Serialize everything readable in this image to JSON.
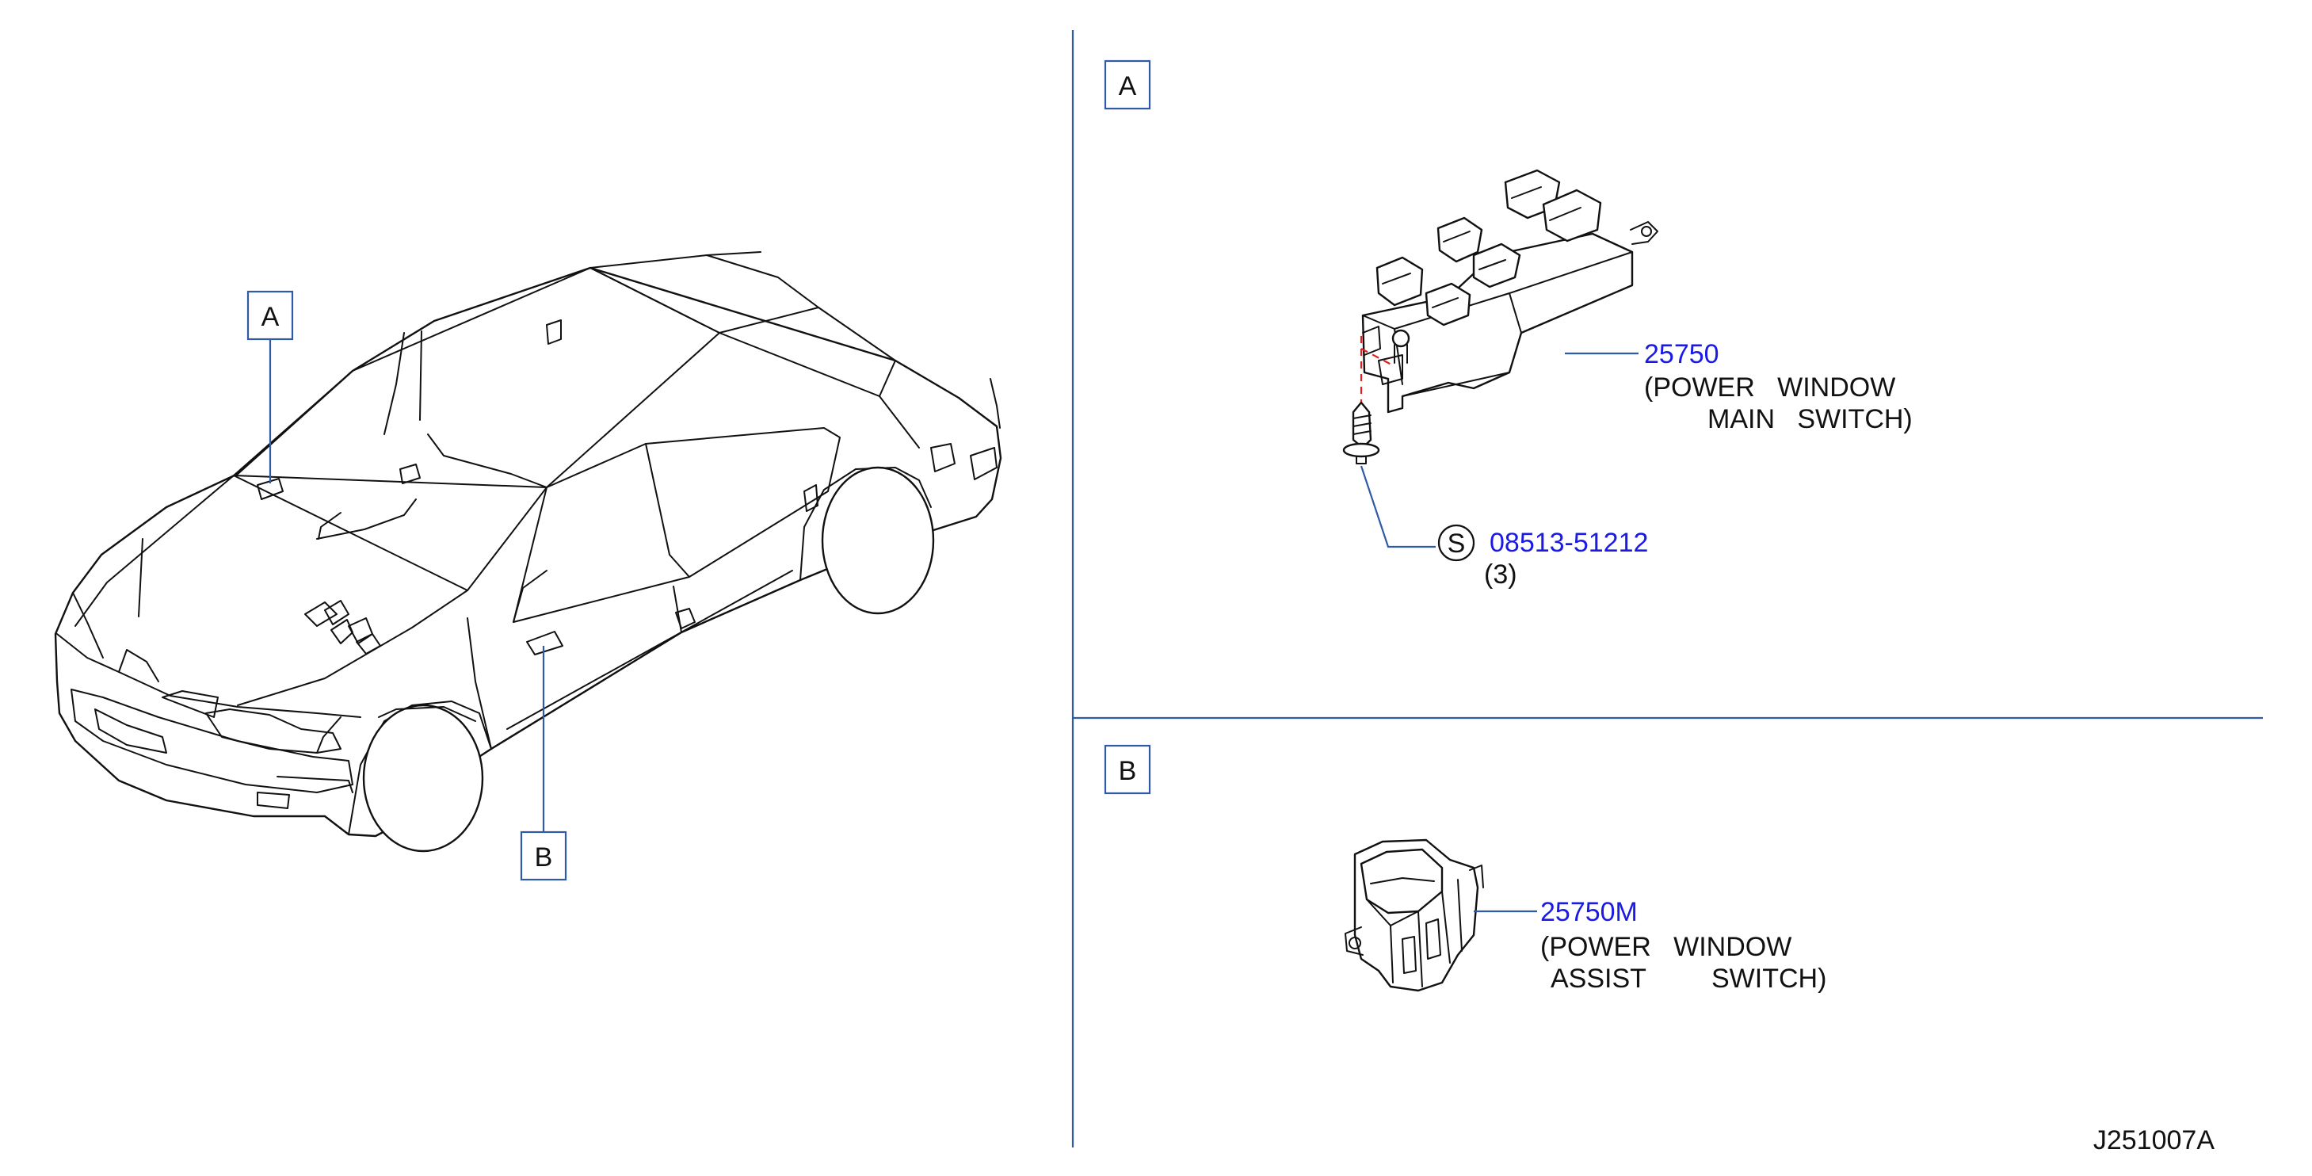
{
  "callouts": {
    "car_a": "A",
    "car_b": "B",
    "panel_a": "A",
    "panel_b": "B"
  },
  "parts": {
    "main_switch": {
      "number": "25750",
      "desc_line1": "(POWER   WINDOW",
      "desc_line2": "MAIN   SWITCH)"
    },
    "screw": {
      "symbol": "S",
      "number": "08513-51212",
      "qty": "(3)"
    },
    "assist_switch": {
      "number": "25750M",
      "desc_line1": "(POWER   WINDOW",
      "desc_line2_a": "ASSIST",
      "desc_line2_b": "SWITCH)"
    }
  },
  "diagram_code": "J251007A",
  "colors": {
    "leader": "#2f5aa8",
    "part_number": "#1a1ae6",
    "dashed": "#e02020",
    "ink": "#111111"
  }
}
